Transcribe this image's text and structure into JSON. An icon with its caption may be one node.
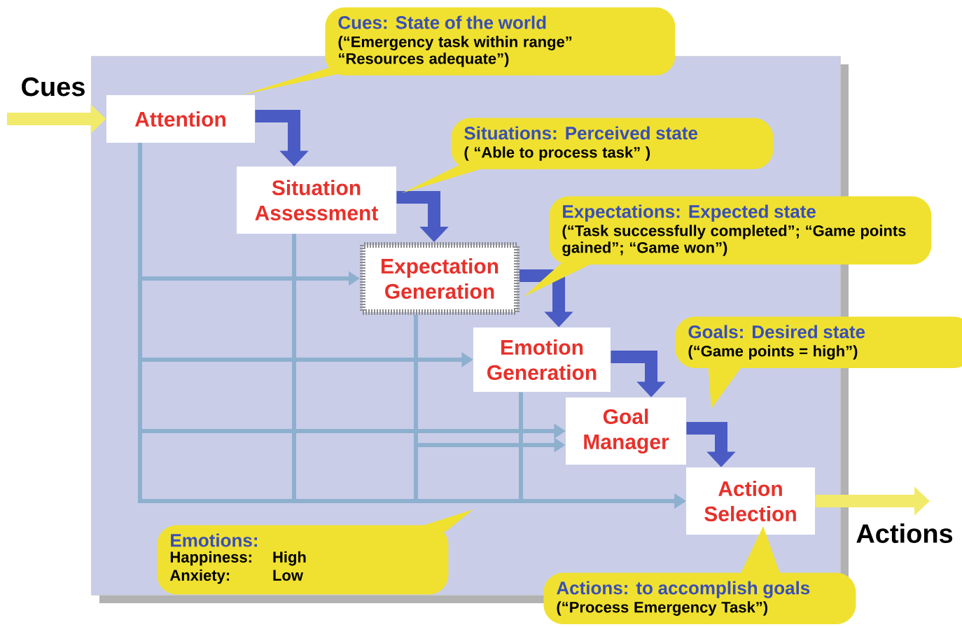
{
  "diagram": {
    "nodes": [
      {
        "text": [],
        "shape": "box"
      },
      {
        "text": [
          "Attention"
        ],
        "in": 0
      },
      {
        "text": [
          "Situation Assessment"
        ],
        "in": 0
      },
      {
        "text": [
          "Expectation Generation"
        ],
        "in": 0
      },
      {
        "text": [
          "Emotion Generation"
        ],
        "in": 0
      },
      {
        "text": [
          "Goal Manager"
        ],
        "in": 0
      },
      {
        "text": [
          "Action Selection"
        ],
        "in": 0
      },
      {
        "text": [
          "Cues: State of the world",
          "(“Emergency task within range” “Resources adequate”)"
        ]
      },
      {
        "text": [
          "Situations: Perceived state",
          "( “Able to process task” )"
        ],
        "in": 0
      },
      {
        "text": [
          "Expectations: Expected state",
          "(“Task successfully completed”; “Game points gained”; “Game won”)"
        ]
      },
      {
        "text": [
          "Goals: Desired state",
          "(“Game points = high”)"
        ]
      },
      {
        "text": [
          "Emotions:",
          "Happiness:",
          "High",
          "Anxiety:",
          "Low"
        ],
        "in": 0
      },
      {
        "text": [
          "Actions: to accomplish goals",
          "(“Process Emergency Task”)"
        ]
      }
    ],
    "edges": [
      {
        "from": null,
        "to": 1,
        "arrow": "to",
        "label": "Cues",
        "style": "thick",
        "color": "#f2ea6a"
      },
      {
        "from": 1,
        "to": 2,
        "arrow": "to",
        "style": "thick",
        "color": "#4a5bc4"
      },
      {
        "from": 2,
        "to": 3,
        "arrow": "to",
        "style": "thick",
        "color": "#4a5bc4"
      },
      {
        "from": 3,
        "to": 4,
        "arrow": "to",
        "style": "thick",
        "color": "#4a5bc4"
      },
      {
        "from": 4,
        "to": 5,
        "arrow": "to",
        "style": "thick",
        "color": "#4a5bc4"
      },
      {
        "from": 5,
        "to": 6,
        "arrow": "to",
        "style": "thick",
        "color": "#4a5bc4"
      },
      {
        "from": 1,
        "to": 3,
        "arrow": "to"
      },
      {
        "from": 1,
        "to": 4,
        "arrow": "to"
      },
      {
        "from": 1,
        "to": 5,
        "arrow": "to"
      },
      {
        "from": 1,
        "to": 6,
        "arrow": "to"
      },
      {
        "from": 2,
        "to": 4,
        "arrow": "to"
      },
      {
        "from": 2,
        "to": 5,
        "arrow": "to"
      },
      {
        "from": 2,
        "to": 6,
        "arrow": "to"
      },
      {
        "from": 3,
        "to": 5,
        "arrow": "to"
      },
      {
        "from": 3,
        "to": 6,
        "arrow": "to"
      },
      {
        "from": 4,
        "to": 6,
        "arrow": "to"
      },
      {
        "from": 6,
        "to": null,
        "arrow": "to",
        "label": "Actions",
        "style": "thick",
        "color": "#f2ea6a"
      }
    ]
  }
}
